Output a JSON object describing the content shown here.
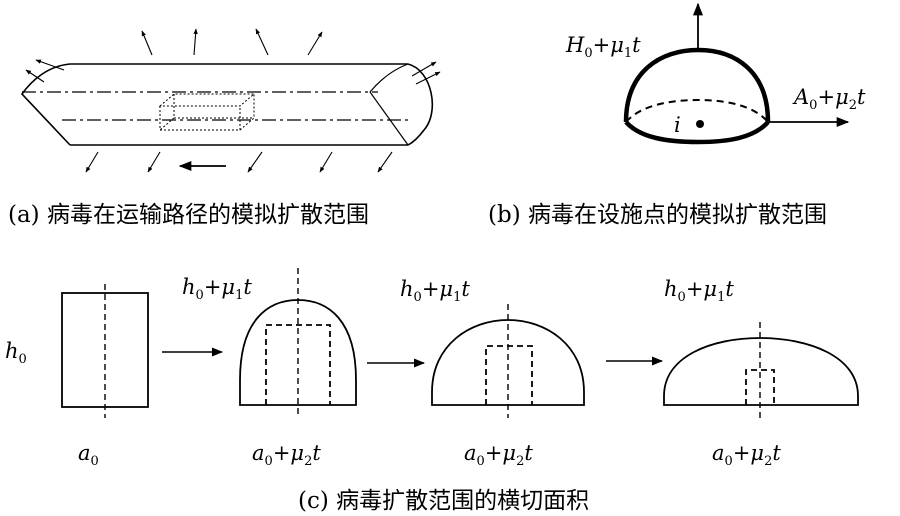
{
  "captions": {
    "a": "(a) 病毒在运输路径的模拟扩散范围",
    "b": "(b) 病毒在设施点的模拟扩散范围",
    "c": "(c) 病毒扩散范围的横切面积"
  },
  "panel_b": {
    "height_label": {
      "base": "H",
      "sub0": "0",
      "plus": "+",
      "mu": "μ",
      "sub1": "1",
      "t": "t"
    },
    "width_label": {
      "base": "A",
      "sub0": "0",
      "plus": "+",
      "mu": "μ",
      "sub2": "2",
      "t": "t"
    },
    "center_label": "i"
  },
  "panel_c": {
    "h0_label": {
      "base": "h",
      "sub": "0"
    },
    "a0_label": {
      "base": "a",
      "sub": "0"
    },
    "height_growth_label": {
      "base": "h",
      "sub0": "0",
      "plus": "+",
      "mu": "μ",
      "sub1": "1",
      "t": "t"
    },
    "width_growth_label": {
      "base": "a",
      "sub0": "0",
      "plus": "+",
      "mu": "μ",
      "sub2": "2",
      "t": "t"
    }
  }
}
